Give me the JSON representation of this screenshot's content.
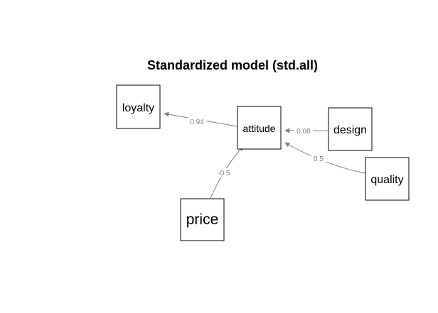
{
  "title": "Standardized model (std.all)",
  "colors": {
    "edge": "#808080",
    "node_border": "#000000",
    "background": "#ffffff"
  },
  "nodes": [
    {
      "id": "loyalty",
      "label": "loyalty"
    },
    {
      "id": "attitude",
      "label": "attitude"
    },
    {
      "id": "design",
      "label": "design"
    },
    {
      "id": "quality",
      "label": "quality"
    },
    {
      "id": "price",
      "label": "price"
    }
  ],
  "edges": [
    {
      "from": "attitude",
      "to": "loyalty",
      "label": "0.94"
    },
    {
      "from": "design",
      "to": "attitude",
      "label": "0.08"
    },
    {
      "from": "quality",
      "to": "attitude",
      "label": "0.5"
    },
    {
      "from": "price",
      "to": "attitude",
      "label": "-0.5"
    }
  ]
}
